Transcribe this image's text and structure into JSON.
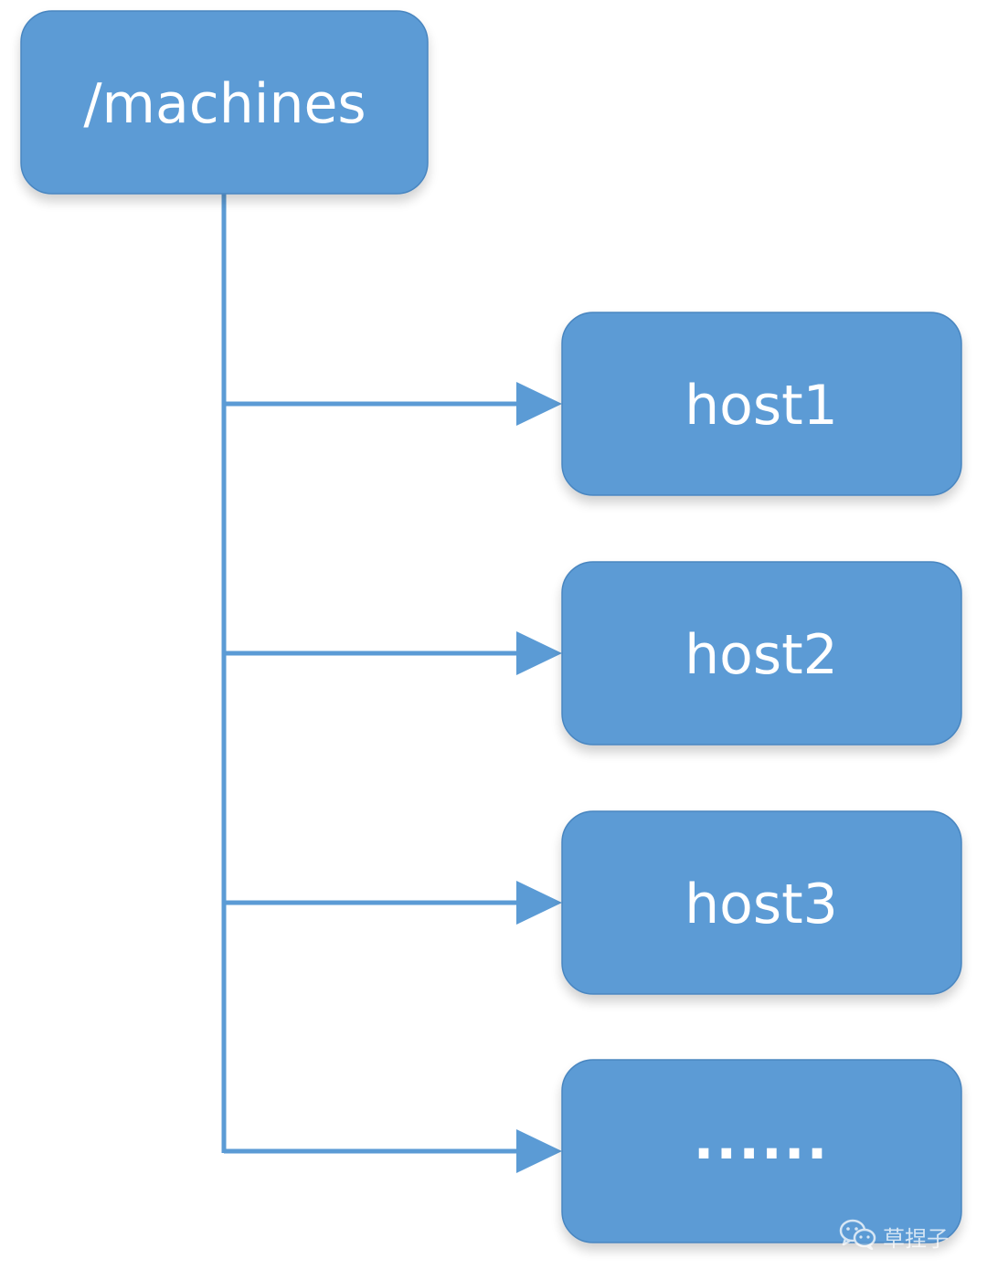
{
  "root": {
    "label": "/machines"
  },
  "children": [
    {
      "label": "host1"
    },
    {
      "label": "host2"
    },
    {
      "label": "host3"
    },
    {
      "label": "......"
    }
  ],
  "colors": {
    "node_fill": "#5b9bd5",
    "connector": "#5b9bd5",
    "text": "#ffffff",
    "background": "#ffffff"
  },
  "watermark": {
    "icon": "wechat-icon",
    "text": "草捏子"
  }
}
